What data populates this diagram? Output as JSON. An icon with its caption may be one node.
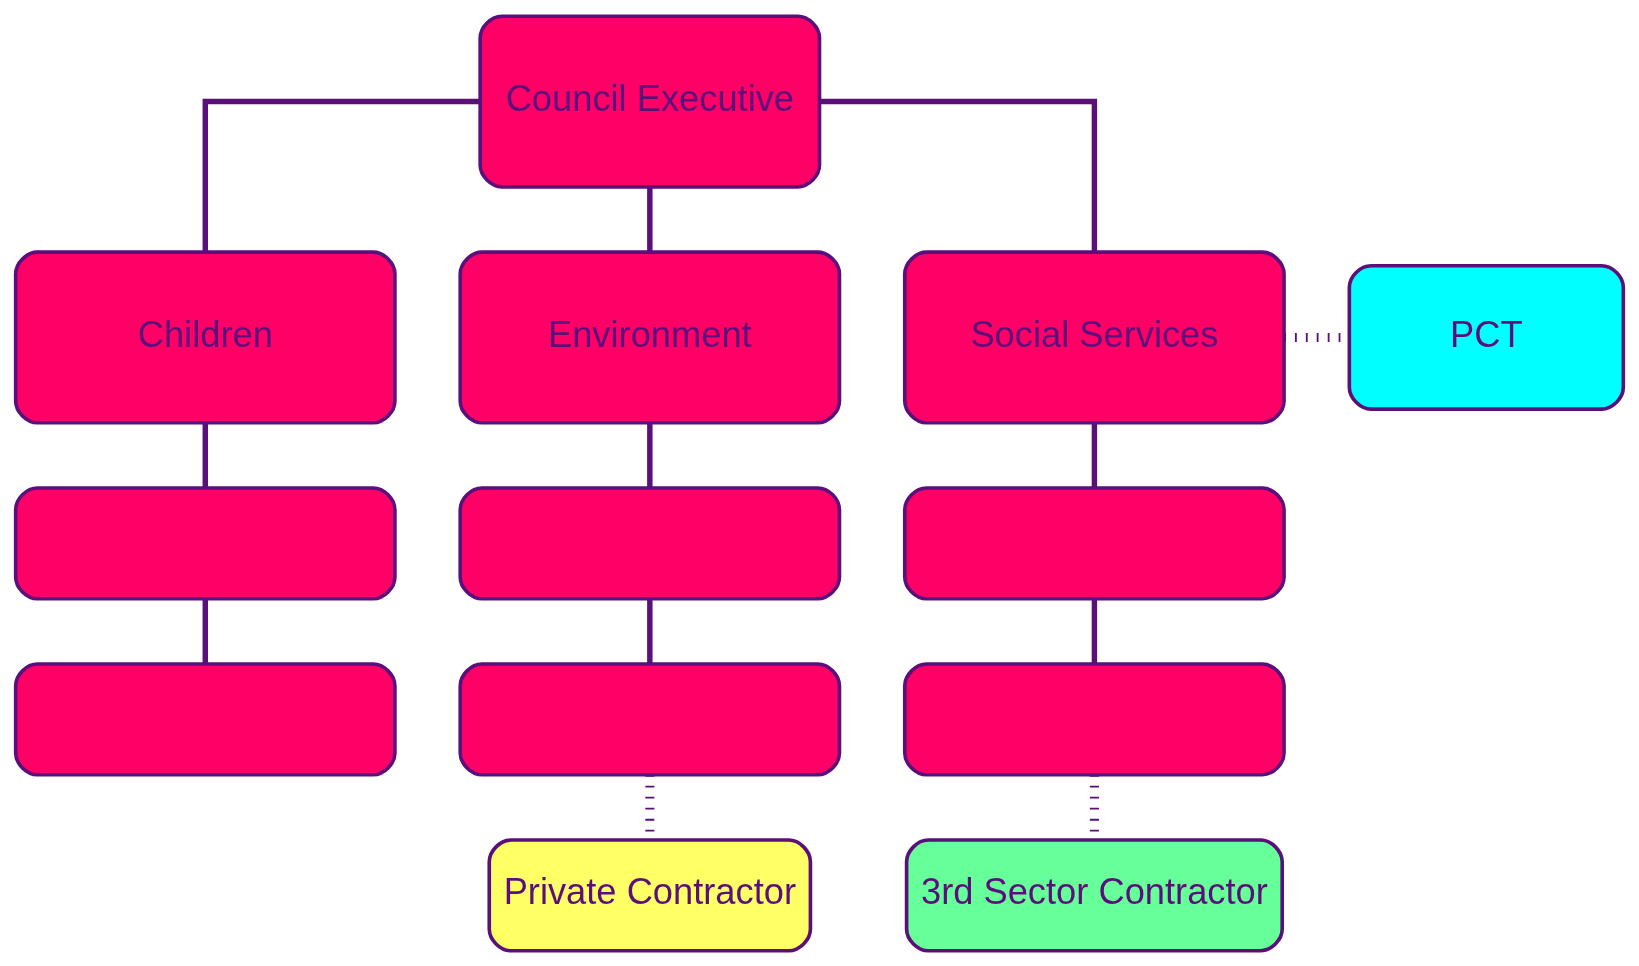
{
  "diagram": {
    "nodes": [
      {
        "text": [
          "Council Executive"
        ]
      },
      {
        "text": [
          "Children"
        ]
      },
      {
        "text": [
          "Environment"
        ]
      },
      {
        "text": [
          "Social Services"
        ]
      },
      {
        "text": [
          "PCT"
        ]
      },
      {
        "text": [],
        "shape": "box"
      },
      {
        "text": [],
        "shape": "box"
      },
      {
        "text": [],
        "shape": "box"
      },
      {
        "text": [],
        "shape": "box"
      },
      {
        "text": [],
        "shape": "box"
      },
      {
        "text": [],
        "shape": "box"
      },
      {
        "text": [
          "Private Contractor"
        ]
      },
      {
        "text": [
          "3rd Sector Contractor"
        ]
      }
    ],
    "edges": [
      {
        "from": 0,
        "to": 1,
        "arrow": "none"
      },
      {
        "from": 0,
        "to": 2,
        "arrow": "none"
      },
      {
        "from": 0,
        "to": 3,
        "arrow": "none"
      },
      {
        "from": 3,
        "to": 4,
        "arrow": "none",
        "style": "dashed"
      },
      {
        "from": 1,
        "to": 5,
        "arrow": "none"
      },
      {
        "from": 2,
        "to": 6,
        "arrow": "none"
      },
      {
        "from": 3,
        "to": 7,
        "arrow": "none"
      },
      {
        "from": 5,
        "to": 8,
        "arrow": "none"
      },
      {
        "from": 6,
        "to": 9,
        "arrow": "none"
      },
      {
        "from": 7,
        "to": 10,
        "arrow": "none"
      },
      {
        "from": 9,
        "to": 11,
        "arrow": "none",
        "style": "dashed"
      },
      {
        "from": 10,
        "to": 12,
        "arrow": "none",
        "style": "dashed"
      }
    ]
  }
}
